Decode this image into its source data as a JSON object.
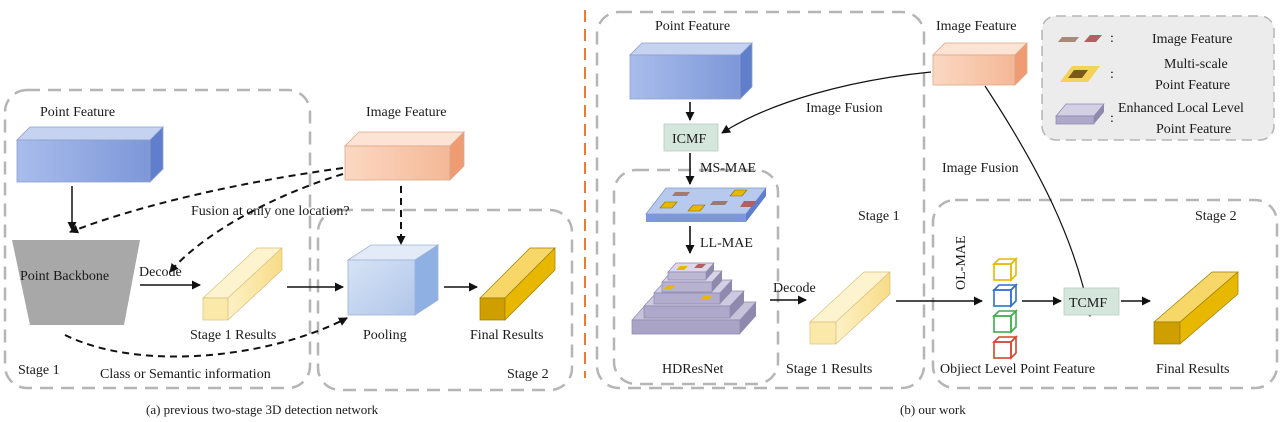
{
  "panel_a": {
    "point_feature": "Point Feature",
    "image_feature": "Image Feature",
    "fusion_question": "Fusion at  only one location?",
    "point_backbone": "Point Backbone",
    "decode": "Decode",
    "stage1_results": "Stage 1 Results",
    "pooling": "Pooling",
    "final_results": "Final Results",
    "stage1": "Stage 1",
    "stage2": "Stage 2",
    "class_semantic": "Class or Semantic  information",
    "caption": "(a) previous two-stage 3D detection network"
  },
  "panel_b": {
    "point_feature": "Point Feature",
    "image_feature": "Image Feature",
    "image_fusion_1": "Image Fusion",
    "image_fusion_2": "Image Fusion",
    "icmf": "ICMF",
    "ms_mae": "MS-MAE",
    "ll_mae": "LL-MAE",
    "stage1": "Stage 1",
    "stage2": "Stage 2",
    "decode": "Decode",
    "hdresnet": "HDResNet",
    "stage1_results": "Stage 1 Results",
    "ol_mae": "OL-MAE",
    "tcmf": "TCMF",
    "object_level": "Objiect Level Point Feature",
    "final_results": "Final Results",
    "caption": "(b) our work"
  },
  "legend": {
    "image_feature": "Image Feature",
    "multi_scale_1": "Multi-scale",
    "multi_scale_2": "Point Feature",
    "enhanced_1": "Enhanced Local Level",
    "enhanced_2": "Point Feature",
    "colon": ":"
  },
  "colors": {
    "point_feature": "#8ea6e0",
    "image_feature": "#f7c9ad",
    "stage_results": "#fbe8a8",
    "final_results": "#e8b800",
    "backbone": "#a8a8a8",
    "icmf_box": "#d5e6dc",
    "separator": "#e87a3a"
  }
}
